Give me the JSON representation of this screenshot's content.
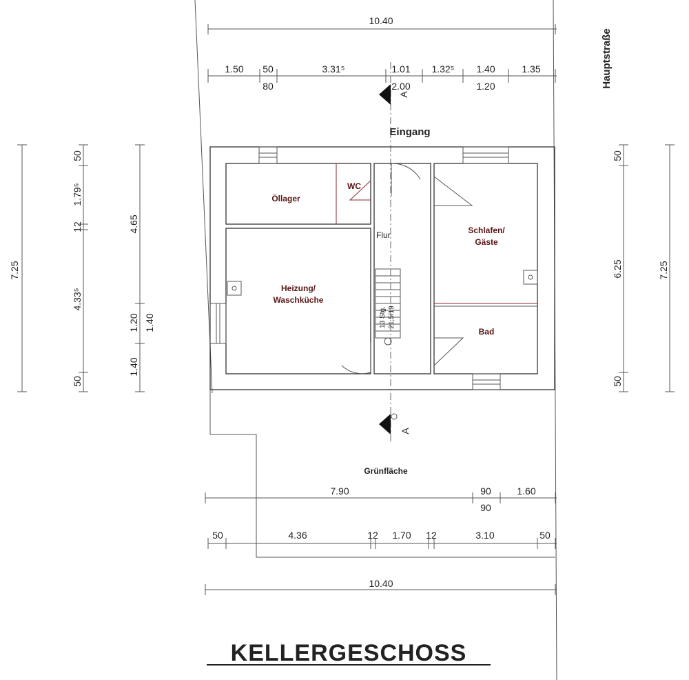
{
  "plan": {
    "title": "KELLERGESCHOSS",
    "street": "Hauptstraße",
    "entrance": "Eingang",
    "garden": "Grünfläche",
    "hall": "Flur",
    "section_label": "A",
    "stairs": [
      "13 Stg.",
      "21,5/19"
    ],
    "rooms": {
      "oil_storage": "Öllager",
      "wc": "WC",
      "heating": [
        "Heizung/",
        "Waschküche"
      ],
      "bedroom": [
        "Schlafen/",
        "Gäste"
      ],
      "bath": "Bad"
    },
    "dims_top": {
      "total": "10.40",
      "segments": [
        "1.50",
        "50",
        "3.31⁵",
        "1.01",
        "1.32⁵",
        "1.40",
        "1.35"
      ],
      "sub": [
        "80",
        "2.00",
        "1.20"
      ]
    },
    "dims_left": {
      "outer_total": "7.25",
      "chain": [
        "50",
        "1.79⁵",
        "12",
        "4.33⁵",
        "50"
      ],
      "middle": [
        "4.65",
        "1.20",
        "1.40"
      ],
      "side": "1.40"
    },
    "dims_right": {
      "chain": [
        "50",
        "6.25",
        "50"
      ],
      "outer_total": "7.25"
    },
    "dims_bottom": {
      "row1": [
        "7.90",
        "90",
        "1.60"
      ],
      "row1_sub": "90",
      "row2": [
        "50",
        "4.36",
        "12",
        "1.70",
        "12",
        "3.10",
        "50"
      ],
      "total": "10.40"
    },
    "colors": {
      "wall": "#333333",
      "room_label": "#5a1414",
      "red_line": "#8a2a2a"
    }
  }
}
